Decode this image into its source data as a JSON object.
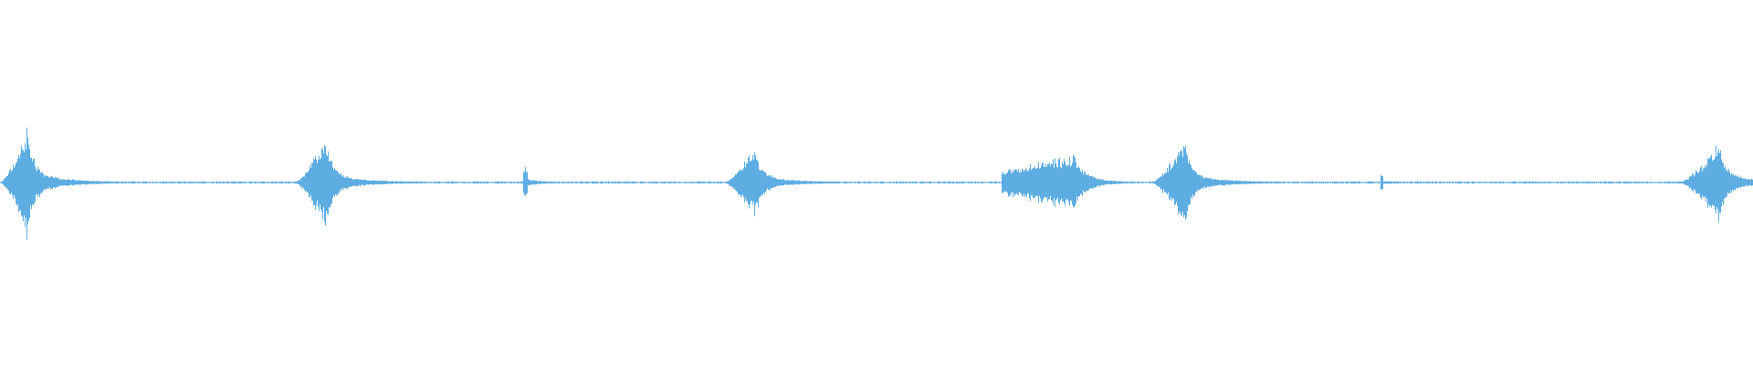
{
  "chart_data": {
    "type": "area",
    "color": "#5DADE2",
    "ylim": [
      -1,
      1
    ],
    "xlim": [
      0,
      1
    ],
    "grid": false,
    "legend": "none",
    "bursts": [
      {
        "onset": 0.0,
        "peak": 0.015,
        "end": 0.1,
        "amplitude": 0.29,
        "shape": "attack-decay"
      },
      {
        "onset": 0.168,
        "peak": 0.185,
        "end": 0.235,
        "amplitude": 0.25,
        "shape": "attack-decay"
      },
      {
        "onset": 0.298,
        "peak": 0.3,
        "end": 0.32,
        "amplitude": 0.09,
        "shape": "spike"
      },
      {
        "onset": 0.413,
        "peak": 0.43,
        "end": 0.48,
        "amplitude": 0.2,
        "shape": "attack-decay"
      },
      {
        "onset": 0.571,
        "peak": 0.612,
        "end": 0.655,
        "amplitude": 0.16,
        "shape": "swell"
      },
      {
        "onset": 0.657,
        "peak": 0.675,
        "end": 0.72,
        "amplitude": 0.24,
        "shape": "attack-decay"
      },
      {
        "onset": 0.787,
        "peak": 0.788,
        "end": 0.84,
        "amplitude": 0.05,
        "shape": "spike"
      },
      {
        "onset": 0.958,
        "peak": 0.98,
        "end": 1.0,
        "amplitude": 0.23,
        "shape": "attack-decay"
      }
    ],
    "noise_floor": 0.006
  }
}
